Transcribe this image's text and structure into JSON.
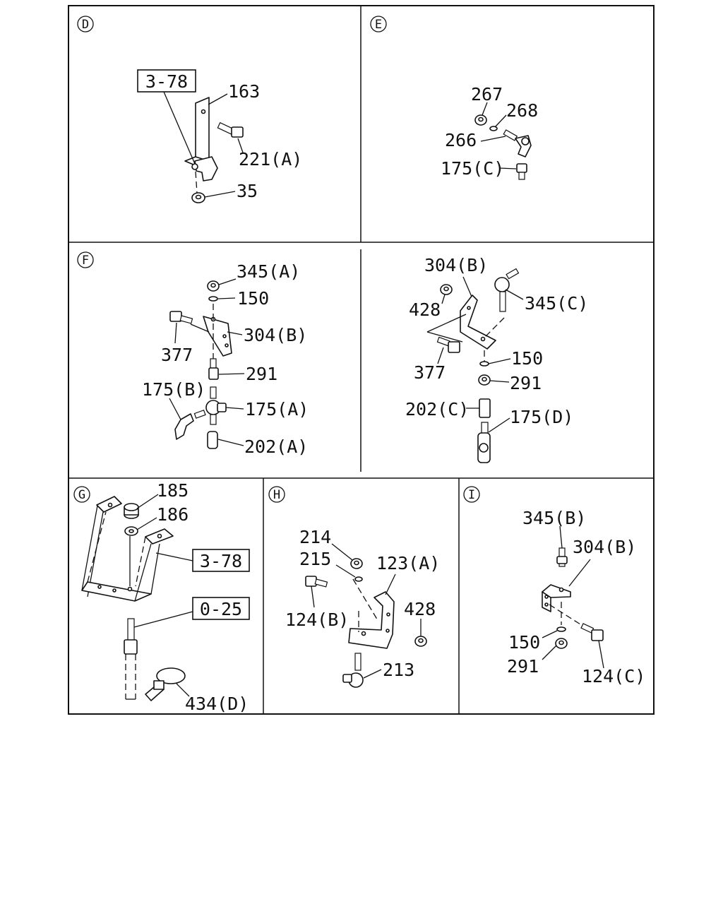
{
  "sections": [
    {
      "marker": "D",
      "labels": [
        "163",
        "221(A)",
        "35"
      ],
      "ref_boxes": [
        "3-78"
      ]
    },
    {
      "marker": "E",
      "labels": [
        "267",
        "268",
        "266",
        "175(C)"
      ]
    },
    {
      "marker": "F",
      "labels": [
        "345(A)",
        "150",
        "304(B)",
        "377",
        "291",
        "175(B)",
        "175(A)",
        "202(A)"
      ]
    },
    {
      "marker": "",
      "labels": [
        "304(B)",
        "428",
        "345(C)",
        "150",
        "377",
        "291",
        "202(C)",
        "175(D)"
      ]
    },
    {
      "marker": "G",
      "labels": [
        "185",
        "186",
        "434(D)"
      ],
      "ref_boxes": [
        "3-78",
        "0-25"
      ]
    },
    {
      "marker": "H",
      "labels": [
        "214",
        "215",
        "123(A)",
        "124(B)",
        "428",
        "213"
      ]
    },
    {
      "marker": "I",
      "labels": [
        "345(B)",
        "304(B)",
        "150",
        "124(C)",
        "291"
      ]
    }
  ]
}
